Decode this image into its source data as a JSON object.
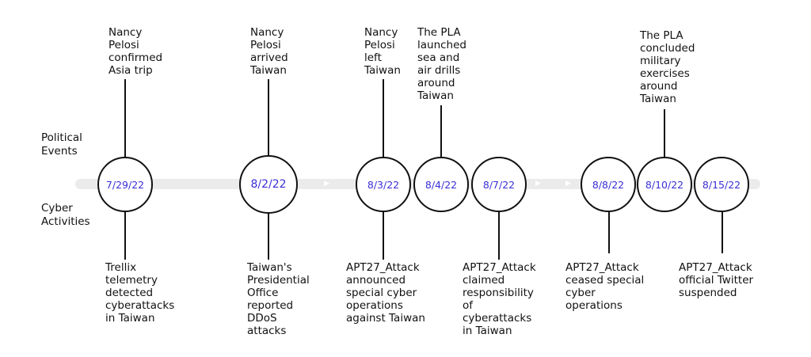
{
  "rows": {
    "political": "Political\nEvents",
    "cyber": "Cyber\nActivities"
  },
  "timeline": [
    {
      "date": "7/29/22",
      "political": "Nancy\nPelosi\nconfirmed\nAsia trip",
      "cyber": "Trellix\ntelemetry\ndetected\ncyberattacks\nin Taiwan"
    },
    {
      "date": "8/2/22",
      "political": "Nancy\nPelosi\narrived\nTaiwan",
      "cyber": "Taiwan's\nPresidential\nOffice\nreported\nDDoS\nattacks"
    },
    {
      "date": "8/3/22",
      "political": "Nancy\nPelosi\nleft\nTaiwan",
      "cyber": "APT27_Attack\nannounced\nspecial cyber\noperations\nagainst Taiwan"
    },
    {
      "date": "8/4/22",
      "political": "The PLA\nlaunched\nsea and\nair drills\naround\nTaiwan",
      "cyber": ""
    },
    {
      "date": "8/7/22",
      "political": "",
      "cyber": "APT27_Attack\nclaimed\nresponsibility\nof\ncyberattacks\nin Taiwan"
    },
    {
      "date": "8/8/22",
      "political": "",
      "cyber": "APT27_Attack\nceased special\ncyber\noperations"
    },
    {
      "date": "8/10/22",
      "political": "The PLA\nconcluded\nmilitary\nexercises\naround\nTaiwan",
      "cyber": ""
    },
    {
      "date": "8/15/22",
      "political": "",
      "cyber": "APT27_Attack\nofficial Twitter\nsuspended"
    }
  ],
  "colors": {
    "date_text": "#3a2fd6",
    "track": "#ebebeb",
    "stroke": "#111111"
  }
}
